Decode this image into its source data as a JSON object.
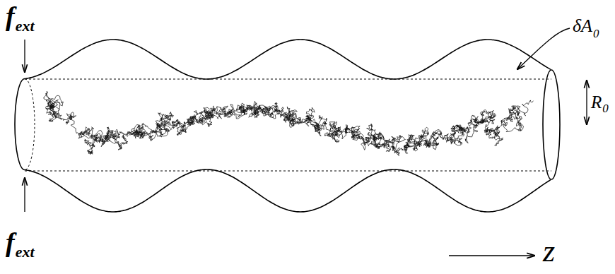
{
  "diagram": {
    "labels": [
      "f",
      "ext",
      "δA",
      "0",
      "R",
      "0",
      "f",
      "ext",
      "z"
    ]
  }
}
